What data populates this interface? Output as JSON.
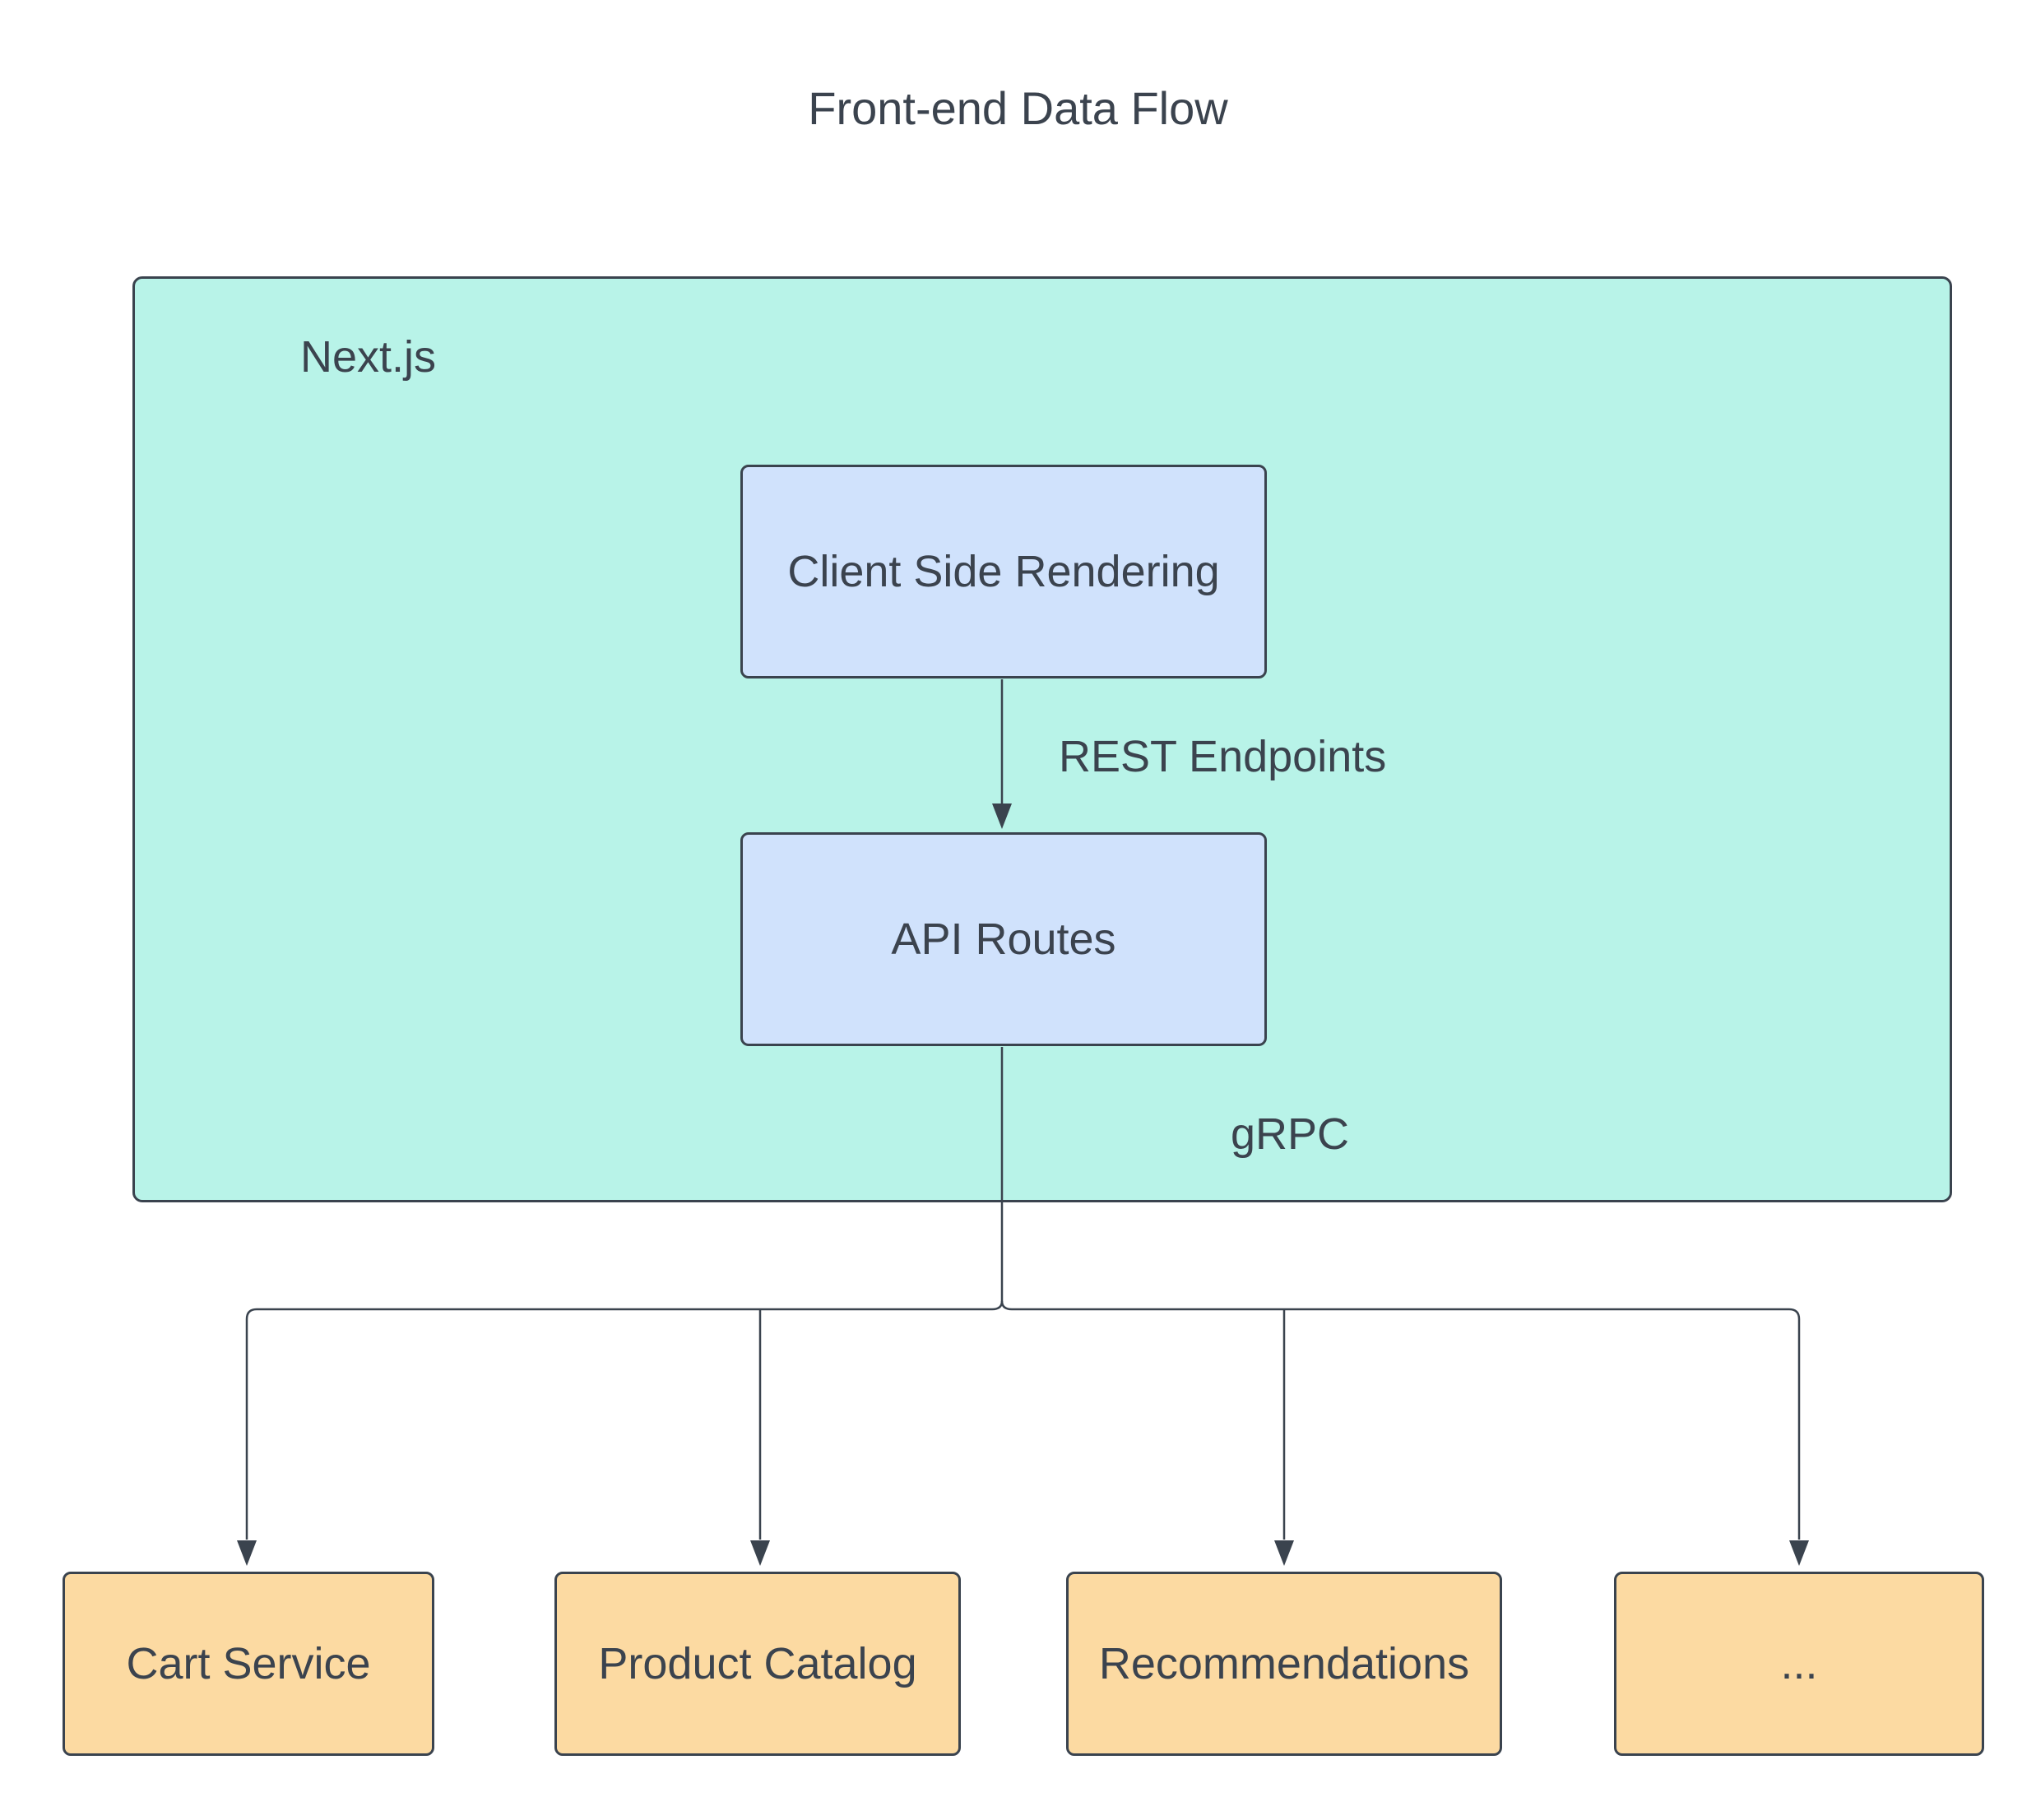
{
  "title": "Front-end Data Flow",
  "diagram": {
    "container": {
      "label": "Next.js"
    },
    "nodes": {
      "csr": {
        "label": "Client Side Rendering"
      },
      "api": {
        "label": "API Routes"
      },
      "cart": {
        "label": "Cart Service"
      },
      "catalog": {
        "label": "Product Catalog"
      },
      "recs": {
        "label": "Recommendations"
      },
      "more": {
        "label": "..."
      }
    },
    "edges": {
      "rest": {
        "label": "REST Endpoints"
      },
      "grpc": {
        "label": "gRPC"
      }
    },
    "colors": {
      "background": "#ffffff",
      "container_fill": "#b8f3e8",
      "node_fill_blue": "#d0e2fc",
      "node_fill_orange": "#fcdaa2",
      "stroke": "#3a434e",
      "text": "#3b434e"
    }
  }
}
